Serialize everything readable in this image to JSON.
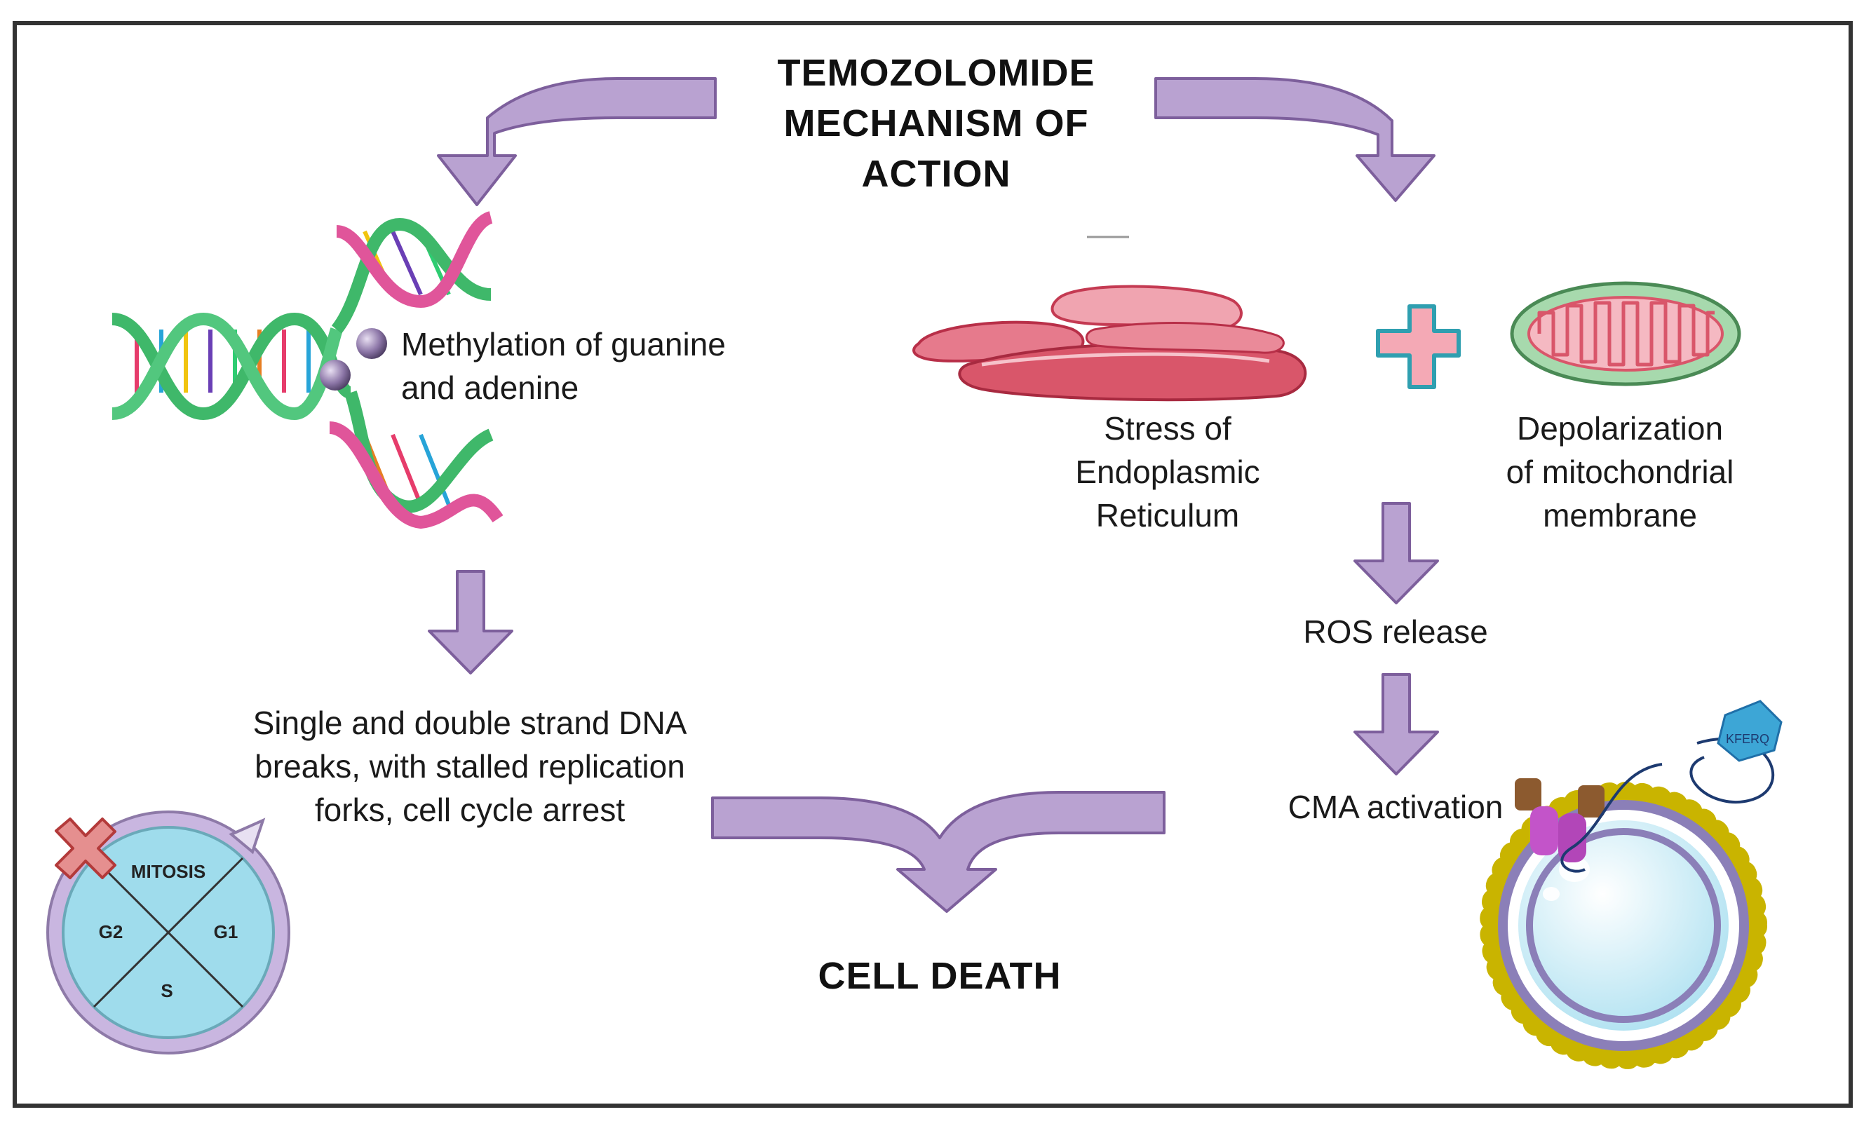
{
  "title": {
    "line1": "TEMOZOLOMIDE",
    "line2": "MECHANISM OF",
    "line3": "ACTION"
  },
  "left_branch": {
    "methylation": {
      "line1": "Methylation of guanine",
      "line2": "and adenine"
    },
    "dna_breaks": {
      "line1": "Single and double strand DNA",
      "line2": "breaks, with stalled replication",
      "line3": "forks, cell cycle arrest"
    },
    "cell_cycle": {
      "top": "MITOSIS",
      "left": "G2",
      "right": "G1",
      "bottom": "S"
    }
  },
  "right_branch": {
    "er_stress": {
      "line1": "Stress of",
      "line2": "Endoplasmic",
      "line3": "Reticulum"
    },
    "mito": {
      "line1": "Depolarization",
      "line2": "of mitochondrial",
      "line3": "membrane"
    },
    "ros": "ROS release",
    "cma": "CMA activation",
    "kferq": "KFERQ"
  },
  "outcome": "CELL DEATH",
  "colors": {
    "arrow_fill": "#b9a2d1",
    "arrow_stroke": "#7d5f9c",
    "er": "#d9566a",
    "mito_outer": "#9fd0a5",
    "plus": "#4bb3c0",
    "cycle": "#9fdcec"
  }
}
